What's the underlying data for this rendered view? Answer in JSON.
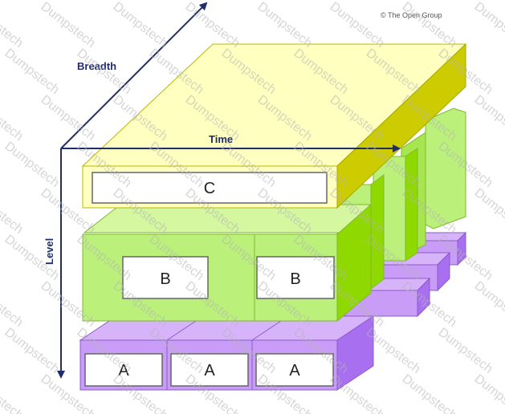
{
  "copyright": "© The Open Group",
  "watermark": "Dumpstech",
  "axes": {
    "breadth": "Breadth",
    "time": "Time",
    "level": "Level"
  },
  "boxes": {
    "c": "C",
    "b": [
      "B",
      "B"
    ],
    "a": [
      "A",
      "A",
      "A"
    ]
  },
  "colors": {
    "yellow": "#ffffc0",
    "yellow_side": "#cccc00",
    "green": "#bbf07a",
    "green_top": "#d4f7a0",
    "green_side": "#8fd800",
    "purple": "#c99cf7",
    "purple_side": "#a86ff0",
    "axis": "#1f2d6e"
  }
}
